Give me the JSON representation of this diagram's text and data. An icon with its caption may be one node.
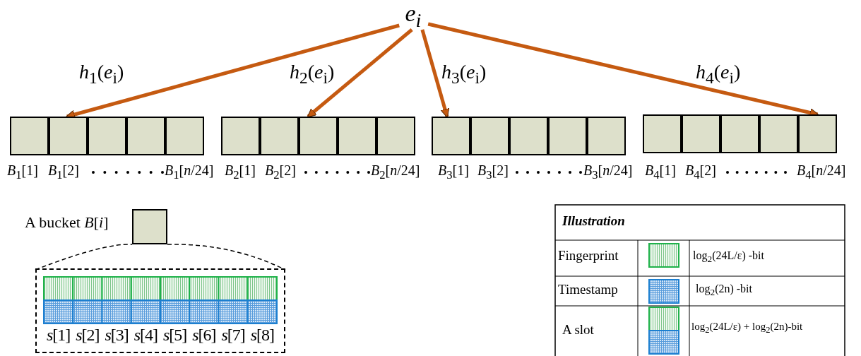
{
  "diagram": {
    "nodes": [
      {
        "text": [
          "e$_{i}$"
        ]
      },
      {
        "text": [],
        "shape": "box"
      },
      {
        "text": [],
        "shape": "box"
      },
      {
        "text": [],
        "shape": "box"
      },
      {
        "text": [],
        "shape": "box"
      },
      {
        "text": [],
        "shape": "box"
      },
      {
        "text": [],
        "shape": "box"
      },
      {
        "text": [],
        "shape": "box"
      },
      {
        "text": [],
        "shape": "box"
      },
      {
        "text": [],
        "shape": "box"
      },
      {
        "text": [],
        "shape": "box"
      },
      {
        "text": [],
        "shape": "box"
      },
      {
        "text": [],
        "shape": "box"
      },
      {
        "text": [],
        "shape": "box"
      },
      {
        "text": [],
        "shape": "box"
      },
      {
        "text": [],
        "shape": "box"
      },
      {
        "text": [],
        "shape": "box"
      },
      {
        "text": [],
        "shape": "box"
      },
      {
        "text": [],
        "shape": "box"
      },
      {
        "text": [],
        "shape": "box"
      },
      {
        "text": [],
        "shape": "box"
      },
      {
        "text": [],
        "shape": "box",
        "beside": [
          "A bucket *B*[*i*]"
        ]
      },
      {
        "text": [],
        "shape": "box"
      }
    ],
    "edges": [
      {
        "from": 0,
        "to": 2,
        "arrow": "to",
        "label": "*h*$_{1}$(*e*$_{i}$)"
      },
      {
        "from": 0,
        "to": 8,
        "arrow": "to",
        "label": "*h*$_{2}$(*e*$_{i}$)"
      },
      {
        "from": 0,
        "to": 11,
        "arrow": "to",
        "label": "*h*$_{3}$(*e*$_{i}$)"
      },
      {
        "from": 0,
        "to": 20,
        "arrow": "to",
        "label": "*h*$_{4}$(*e*$_{i}$)"
      },
      {
        "from": 21,
        "to": 22,
        "arrow": "none",
        "style": "dashed",
        "color": "#000000"
      }
    ],
    "labels": [
      "*B*$_{1}$[1]",
      "*B*$_{1}$[2]",
      "*B*$_{1}$[*n*/24]",
      "*B*$_{2}$[1]",
      "*B*$_{2}$[2]",
      "*B*$_{2}$[*n*/24]",
      "*B*$_{3}$[1]",
      "*B*$_{3}$[2]",
      "*B*$_{3}$[*n*/24]",
      "*B*$_{4}$[1]",
      "*B*$_{4}$[2]",
      "*B*$_{4}$[*n*/24]",
      "*s*[1]",
      "*s*[2]",
      "*s*[3]",
      "*s*[4]",
      "*s*[5]",
      "*s*[6]",
      "*s*[7]",
      "*s*[8]",
      "Illustration",
      "Fingerprint",
      "log$_{2}$(24L/ε) -bit",
      "Timestamp",
      "log$_{2}$(2n) -bit",
      "A slot",
      "log$_{2}$(24L/ε) + log$_{2}$(2n)-bit"
    ]
  }
}
